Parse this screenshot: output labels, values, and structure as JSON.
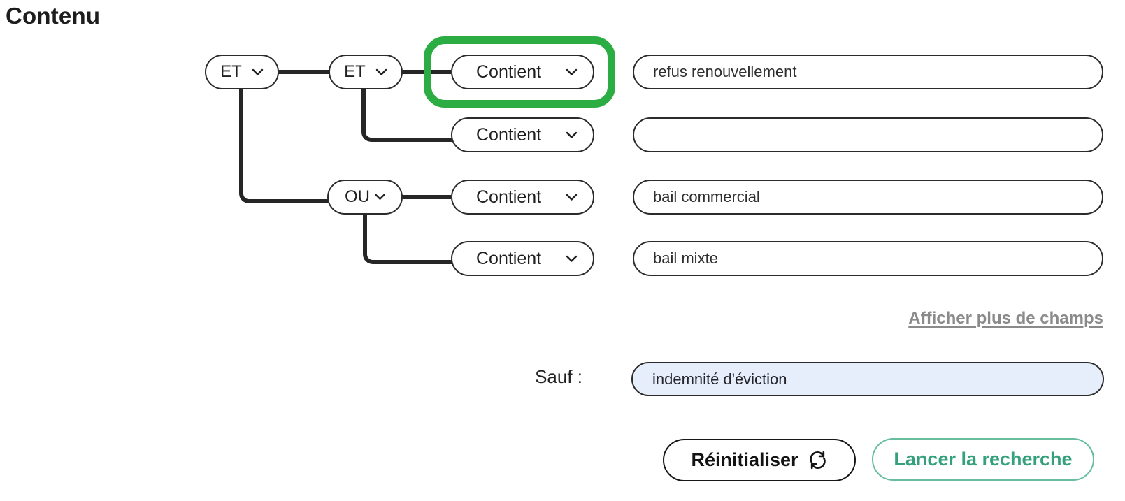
{
  "title": "Contenu",
  "tree": {
    "root_operator": "ET",
    "group_operator": "ET",
    "or_operator": "OU"
  },
  "rows": [
    {
      "condition": "Contient",
      "value": "refus renouvellement"
    },
    {
      "condition": "Contient",
      "value": ""
    },
    {
      "condition": "Contient",
      "value": "bail commercial"
    },
    {
      "condition": "Contient",
      "value": "bail mixte"
    }
  ],
  "more_fields_link": "Afficher plus de champs",
  "except": {
    "label": "Sauf :",
    "value": "indemnité d'éviction"
  },
  "buttons": {
    "reset": "Réinitialiser",
    "search": "Lancer la recherche"
  },
  "annotation": {
    "shape": "rounded-rectangle",
    "target": "first-contient-dropdown",
    "color": "#2bad43"
  },
  "colors": {
    "accent_green_text": "#35a17c",
    "accent_green_border": "#67bd9c",
    "annotation_green": "#2bad43",
    "except_field_bg": "#e7eefb",
    "connector_dark": "#262626",
    "link_gray": "#8a8a8a"
  }
}
